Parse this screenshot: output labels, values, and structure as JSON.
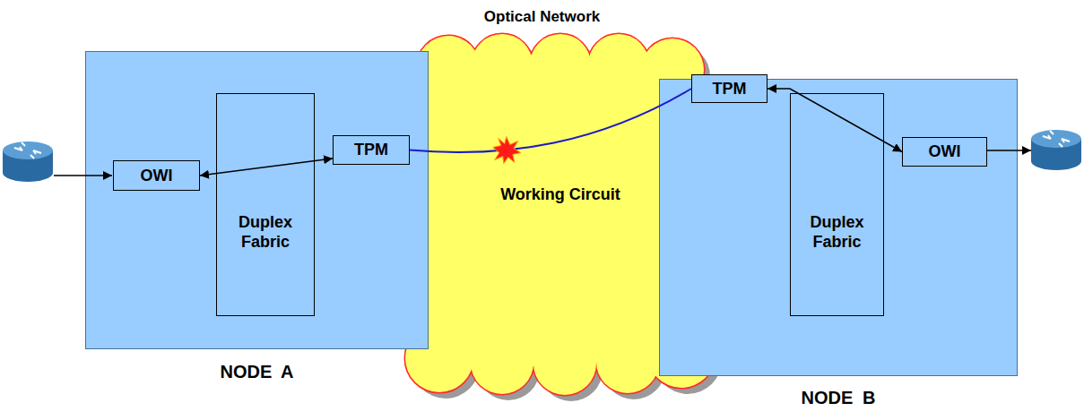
{
  "diagram": {
    "title": "Optical Network",
    "nodes": [
      {
        "text": [
          "NODE A"
        ]
      },
      {
        "text": [
          "OWI"
        ],
        "in": 0
      },
      {
        "text": [
          "Duplex Fabric"
        ],
        "in": 0
      },
      {
        "text": [
          "TPM"
        ],
        "in": 0
      },
      {
        "text": [
          "NODE B"
        ]
      },
      {
        "text": [
          "TPM"
        ],
        "in": 4
      },
      {
        "text": [
          "Duplex Fabric"
        ],
        "in": 4
      },
      {
        "text": [
          "OWI"
        ],
        "in": 4
      }
    ],
    "edges": [
      {
        "from": 1,
        "to": 3,
        "arrow": "both"
      },
      {
        "from": 3,
        "to": 5,
        "arrow": "none"
      },
      {
        "from": 5,
        "to": 7,
        "arrow": "both"
      }
    ],
    "labels": [
      "Working Circuit"
    ]
  }
}
